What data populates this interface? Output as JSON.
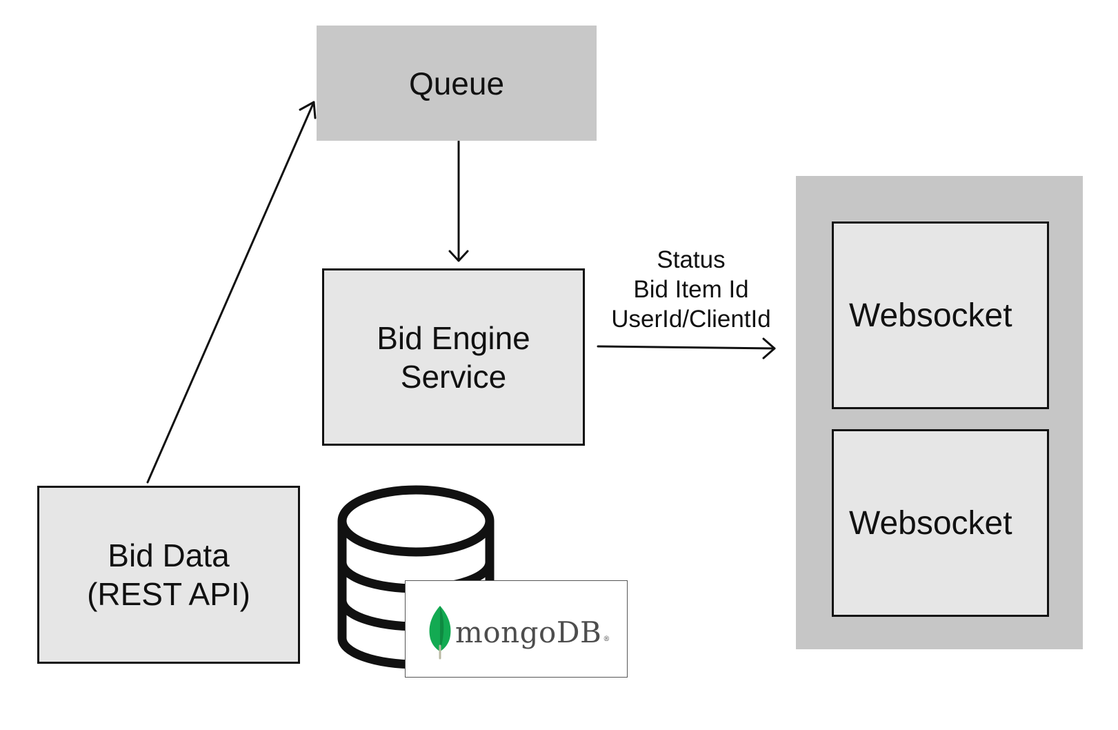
{
  "nodes": {
    "queue": {
      "label": "Queue"
    },
    "bid_engine": {
      "line1": "Bid Engine",
      "line2": "Service"
    },
    "bid_data": {
      "line1": "Bid Data",
      "line2": "(REST API)"
    },
    "websocket_1": {
      "label": "Websocket"
    },
    "websocket_2": {
      "label": "Websocket"
    },
    "database": {
      "logo_text": "mongoDB",
      "logo_mark": "®"
    }
  },
  "edges": {
    "bid_data_to_queue": {
      "from": "bid_data",
      "to": "queue"
    },
    "queue_to_bid_engine": {
      "from": "queue",
      "to": "bid_engine"
    },
    "bid_engine_to_websockets": {
      "from": "bid_engine",
      "to": "websocket_group",
      "label_lines": [
        "Status",
        "Bid Item Id",
        "UserId/ClientId"
      ]
    }
  },
  "colors": {
    "dark_fill": "#c8c8c8",
    "light_fill": "#e6e6e6",
    "stroke": "#111111",
    "mongo_leaf": "#13aa52"
  },
  "icons": [
    "database-icon",
    "mongodb-leaf-icon"
  ]
}
